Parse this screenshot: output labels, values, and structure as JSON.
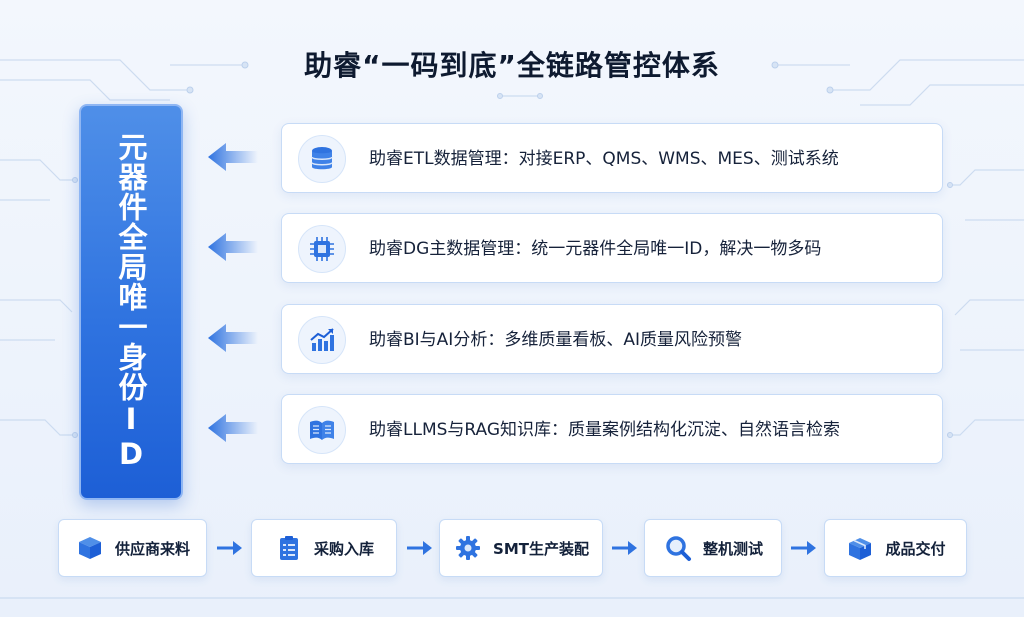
{
  "title": "助睿“一码到底”全链路管控体系",
  "id_bar_label": "元器件全局唯一身份ID",
  "modules": [
    {
      "icon": "database-icon",
      "label": "助睿ETL数据管理：对接ERP、QMS、WMS、MES、测试系统"
    },
    {
      "icon": "chip-icon",
      "label": "助睿DG主数据管理：统一元器件全局唯一ID，解决一物多码"
    },
    {
      "icon": "chart-icon",
      "label": "助睿BI与AI分析：多维质量看板、AI质量风险预警"
    },
    {
      "icon": "book-icon",
      "label": "助睿LLMS与RAG知识库：质量案例结构化沉淀、自然语言检索"
    }
  ],
  "flow": [
    {
      "icon": "box-icon",
      "label": "供应商来料"
    },
    {
      "icon": "clipboard-icon",
      "label": "采购入库"
    },
    {
      "icon": "gear-icon",
      "label": "SMT生产装配"
    },
    {
      "icon": "magnifier-icon",
      "label": "整机测试"
    },
    {
      "icon": "package-icon",
      "label": "成品交付"
    }
  ],
  "colors": {
    "accent": "#2f73e0",
    "accent_dark": "#1d5fd6",
    "card_border": "#c7dbf6",
    "background": "#eef3fb"
  }
}
